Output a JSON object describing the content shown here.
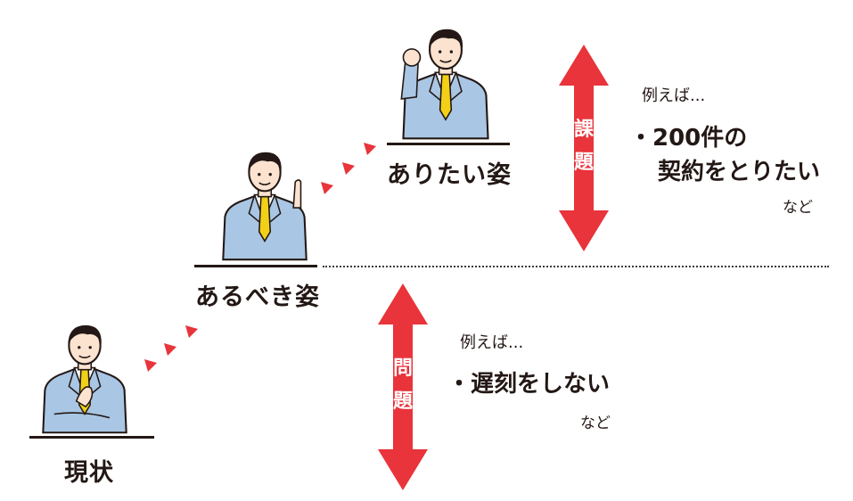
{
  "stages": {
    "current": {
      "label": "現状"
    },
    "should_be": {
      "label": "あるべき姿"
    },
    "want_to_be": {
      "label": "ありたい姿"
    }
  },
  "arrows": {
    "issue_char1": "課",
    "issue_char2": "題",
    "problem_char1": "問",
    "problem_char2": "題"
  },
  "examples": {
    "issue": {
      "head": "例えば...",
      "line1": "・200件の",
      "line2": "契約をとりたい",
      "tail": "など"
    },
    "problem": {
      "head": "例えば...",
      "line1": "・遅刻をしない",
      "tail": "など"
    }
  },
  "colors": {
    "accent_red": "#e8343a",
    "suit_blue": "#a9c6e4",
    "tie_yellow": "#f2d017",
    "outline": "#231815"
  }
}
